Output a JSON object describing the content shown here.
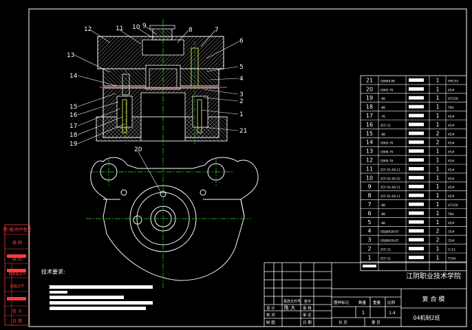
{
  "title_block": {
    "school": "江阴职业技术学院",
    "part_name": "复 合 模",
    "drawing_no": "04机制2班",
    "qty_value": "1",
    "scale_value": "1:4",
    "label_marks": "图样标记",
    "label_qty": "数量",
    "label_weight": "重量",
    "label_scale": "比例",
    "label_sheet": "共   页",
    "label_page": "第   页",
    "row_design": "设 计",
    "row_check": "校 对",
    "row_review": "审 定",
    "row_approve": "审 核",
    "row_draw": "制 图",
    "row_date": "日 期",
    "designer": "陈 大",
    "label_docno": "更改文件号",
    "label_sign": "签字"
  },
  "notes": {
    "heading": "技术要求:",
    "item_no": "1"
  },
  "left_strip": {
    "label1": "借(通)用件登记",
    "label2": "描 图",
    "label3": "描 校",
    "label4": "旧底图总号",
    "label5": "底图总号",
    "label6": "签 字",
    "label7": "日 期"
  },
  "callouts": [
    "12",
    "11",
    "10",
    "9",
    "8",
    "7",
    "6",
    "5",
    "4",
    "3",
    "2",
    "1",
    "13",
    "14",
    "15",
    "16",
    "17",
    "18",
    "19",
    "20",
    "21"
  ],
  "bom": [
    {
      "no": "21",
      "code": "GB868-88",
      "qty": "1",
      "mat": "HRC55"
    },
    {
      "no": "20",
      "code": "GB65-76",
      "qty": "1",
      "mat": "45#"
    },
    {
      "no": "19",
      "code": "-88",
      "qty": "1",
      "mat": "HT250"
    },
    {
      "no": "18",
      "code": "-88",
      "qty": "1",
      "mat": "T8A"
    },
    {
      "no": "17",
      "code": "-76",
      "qty": "1",
      "mat": "45#"
    },
    {
      "no": "16",
      "code": "ZCF-11",
      "qty": "1",
      "mat": "45#"
    },
    {
      "no": "15",
      "code": "-88",
      "qty": "2",
      "mat": "45#"
    },
    {
      "no": "14",
      "code": "GB65-76",
      "qty": "2",
      "mat": "45#"
    },
    {
      "no": "13",
      "code": "GB68-76",
      "qty": "1",
      "mat": "45#"
    },
    {
      "no": "12",
      "code": "GB69-76",
      "qty": "1",
      "mat": "45#"
    },
    {
      "no": "11",
      "code": "ZCF-01-06-11",
      "qty": "1",
      "mat": "45#"
    },
    {
      "no": "10",
      "code": "ZCF-01-06-10",
      "qty": "1",
      "mat": "45#"
    },
    {
      "no": "9",
      "code": "ZCF-01-06-11",
      "qty": "1",
      "mat": "45#"
    },
    {
      "no": "8",
      "code": "ZCF-01-06-11",
      "qty": "1",
      "mat": "45#"
    },
    {
      "no": "7",
      "code": "-88",
      "qty": "1",
      "mat": "HT250"
    },
    {
      "no": "6",
      "code": "-88",
      "qty": "1",
      "mat": "T8A"
    },
    {
      "no": "5",
      "code": "-88",
      "qty": "1",
      "mat": "45#"
    },
    {
      "no": "4",
      "code": "GB/JB428-87",
      "qty": "2",
      "mat": "35#"
    },
    {
      "no": "3",
      "code": "GB/JB428-87",
      "qty": "2",
      "mat": "35#"
    },
    {
      "no": "2",
      "code": "ZCF-11",
      "qty": "1",
      "mat": "Cr12"
    },
    {
      "no": "1",
      "code": "ZCF-11",
      "qty": "1",
      "mat": "T10A"
    }
  ],
  "colors": {
    "frame": "#ffffff",
    "part_lines": "#ffffff",
    "center_lines": "#2bd92b",
    "leaders": "#ffffff",
    "red": "#ff3b3b",
    "yellow": "#ffff66",
    "hatch": "#ffffff"
  }
}
